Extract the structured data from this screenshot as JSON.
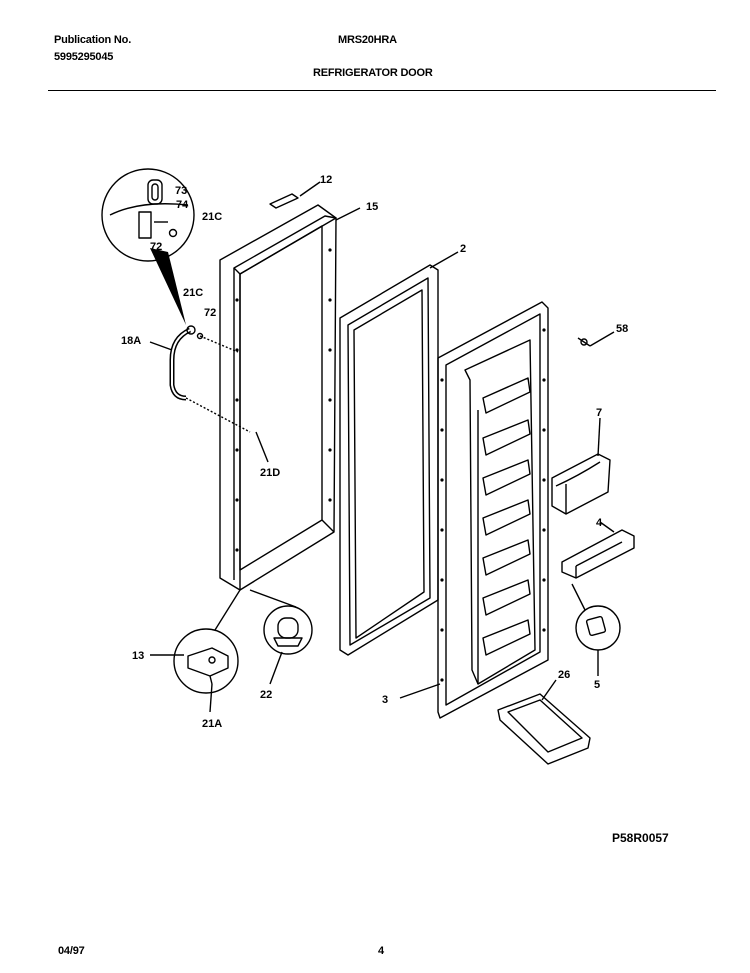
{
  "header": {
    "publication_label": "Publication No.",
    "publication_number": "5995295045",
    "model": "MRS20HRA",
    "title": "REFRIGERATOR DOOR"
  },
  "callouts": {
    "c73": "73",
    "c74": "74",
    "c21c_top": "21C",
    "c72_top": "72",
    "c12": "12",
    "c15": "15",
    "c2": "2",
    "c21c": "21C",
    "c72": "72",
    "c18a": "18A",
    "c58": "58",
    "c7": "7",
    "c21d": "21D",
    "c4": "4",
    "c13": "13",
    "c22": "22",
    "c21a": "21A",
    "c3": "3",
    "c26": "26",
    "c5": "5"
  },
  "figure_code": "P58R0057",
  "footer": {
    "date": "04/97",
    "page": "4"
  }
}
